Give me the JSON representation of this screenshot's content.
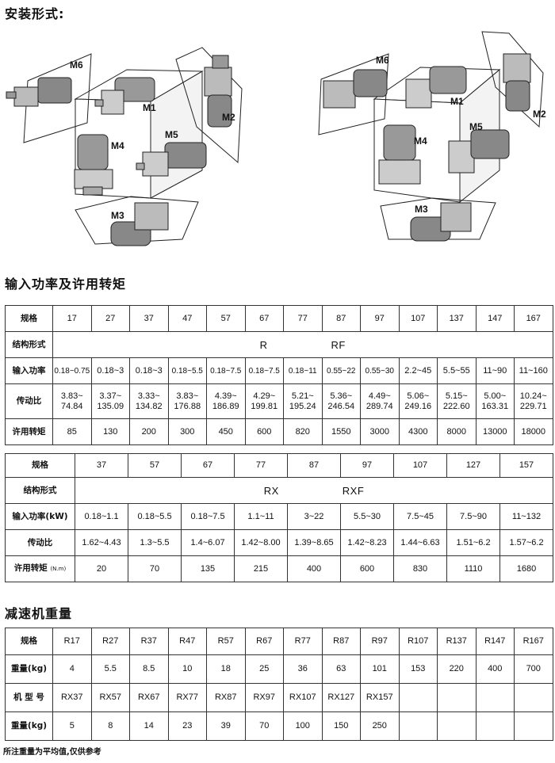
{
  "mounting": {
    "title": "安装形式:",
    "labels": {
      "m1": "M1",
      "m2": "M2",
      "m3": "M3",
      "m4": "M4",
      "m5": "M5",
      "m6": "M6"
    }
  },
  "power_section": {
    "title": "输入功率及许用转矩",
    "table1": {
      "row_headers": [
        "规格",
        "结构形式",
        "输入功率",
        "传动比",
        "许用转矩"
      ],
      "sizes": [
        "17",
        "27",
        "37",
        "47",
        "57",
        "67",
        "77",
        "87",
        "97",
        "107",
        "137",
        "147",
        "167"
      ],
      "structure": [
        "R",
        "RF"
      ],
      "power": [
        "0.18~0.75",
        "0.18~3",
        "0.18~3",
        "0.18~5.5",
        "0.18~7.5",
        "0.18~7.5",
        "0.18~11",
        "0.55~22",
        "0.55~30",
        "2.2~45",
        "5.5~55",
        "11~90",
        "11~160"
      ],
      "ratio_top": [
        "3.83~",
        "3.37~",
        "3.33~",
        "3.83~",
        "4.39~",
        "4.29~",
        "5.21~",
        "5.36~",
        "4.49~",
        "5.06~",
        "5.15~",
        "5.00~",
        "10.24~"
      ],
      "ratio_bottom": [
        "74.84",
        "135.09",
        "134.82",
        "176.88",
        "186.89",
        "199.81",
        "195.24",
        "246.54",
        "289.74",
        "249.16",
        "222.60",
        "163.31",
        "229.71"
      ],
      "torque": [
        "85",
        "130",
        "200",
        "300",
        "450",
        "600",
        "820",
        "1550",
        "3000",
        "4300",
        "8000",
        "13000",
        "18000"
      ]
    },
    "table2": {
      "row_headers": [
        "规格",
        "结构形式",
        "输入功率(kW)",
        "传动比",
        "许用转矩"
      ],
      "torque_unit": "(N.m)",
      "sizes": [
        "37",
        "57",
        "67",
        "77",
        "87",
        "97",
        "107",
        "127",
        "157"
      ],
      "structure": [
        "RX",
        "RXF"
      ],
      "power": [
        "0.18~1.1",
        "0.18~5.5",
        "0.18~7.5",
        "1.1~11",
        "3~22",
        "5.5~30",
        "7.5~45",
        "7.5~90",
        "11~132"
      ],
      "ratio": [
        "1.62~4.43",
        "1.3~5.5",
        "1.4~6.07",
        "1.42~8.00",
        "1.39~8.65",
        "1.42~8.23",
        "1.44~6.63",
        "1.51~6.2",
        "1.57~6.2"
      ],
      "torque": [
        "20",
        "70",
        "135",
        "215",
        "400",
        "600",
        "830",
        "1110",
        "1680"
      ]
    }
  },
  "weight_section": {
    "title": "减速机重量",
    "row_headers": [
      "规格",
      "重量(kg)",
      "机 型 号",
      "重量(kg)"
    ],
    "models_r": [
      "R17",
      "R27",
      "R37",
      "R47",
      "R57",
      "R67",
      "R77",
      "R87",
      "R97",
      "R107",
      "R137",
      "R147",
      "R167"
    ],
    "weights_r": [
      "4",
      "5.5",
      "8.5",
      "10",
      "18",
      "25",
      "36",
      "63",
      "101",
      "153",
      "220",
      "400",
      "700"
    ],
    "models_rx": [
      "RX37",
      "RX57",
      "RX67",
      "RX77",
      "RX87",
      "RX97",
      "RX107",
      "RX127",
      "RX157"
    ],
    "weights_rx": [
      "5",
      "8",
      "14",
      "23",
      "39",
      "70",
      "100",
      "150",
      "250"
    ]
  },
  "note": "所注重量为平均值,仅供参考"
}
